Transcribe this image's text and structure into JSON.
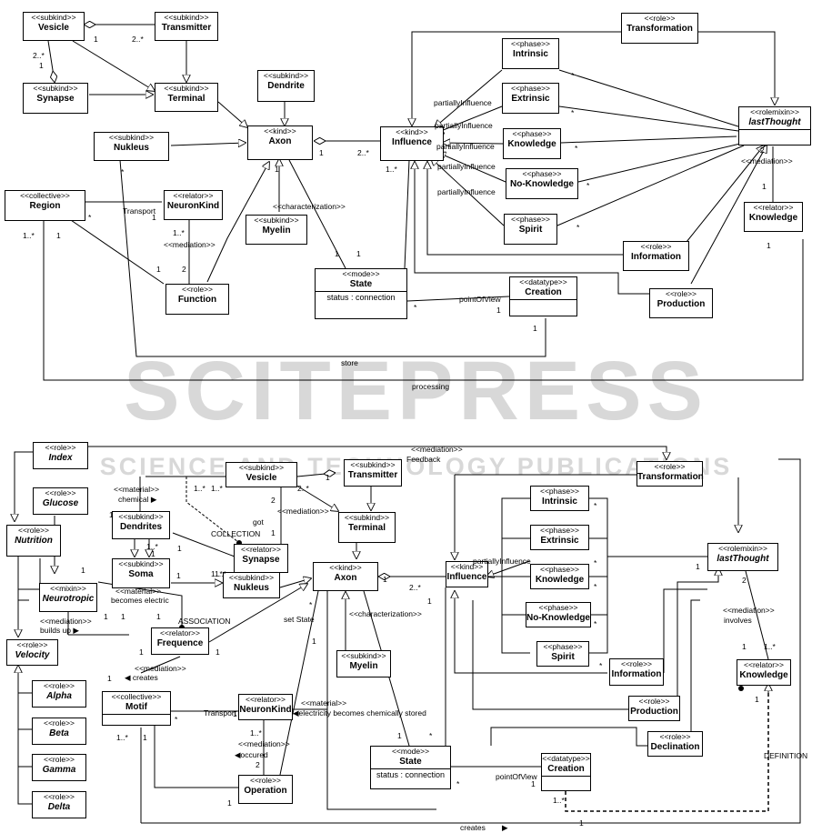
{
  "top": {
    "classes": {
      "vesicle": {
        "stereo": "<<subkind>>",
        "name": "Vesicle"
      },
      "transmitter": {
        "stereo": "<<subkind>>",
        "name": "Transmitter"
      },
      "synapse": {
        "stereo": "<<subkind>>",
        "name": "Synapse"
      },
      "terminal": {
        "stereo": "<<subkind>>",
        "name": "Terminal"
      },
      "dendrite": {
        "stereo": "<<subkind>>",
        "name": "Dendrite"
      },
      "axon": {
        "stereo": "<<kind>>",
        "name": "Axon"
      },
      "nukleus": {
        "stereo": "<<subkind>>",
        "name": "Nukleus"
      },
      "region": {
        "stereo": "<<collective>>",
        "name": "Region"
      },
      "neuronkind": {
        "stereo": "<<relator>>",
        "name": "NeuronKind"
      },
      "myelin": {
        "stereo": "<<subkind>>",
        "name": "Myelin"
      },
      "function": {
        "stereo": "<<role>>",
        "name": "Function"
      },
      "state": {
        "stereo": "<<mode>>",
        "name": "State",
        "attr": "status : connection"
      },
      "creation": {
        "stereo": "<<datatype>>",
        "name": "Creation"
      },
      "influence": {
        "stereo": "<<kind>>",
        "name": "Influence"
      },
      "transformation": {
        "stereo": "<<role>>",
        "name": "Transformation"
      },
      "intrinsic": {
        "stereo": "<<phase>>",
        "name": "Intrinsic"
      },
      "extrinsic": {
        "stereo": "<<phase>>",
        "name": "Extrinsic"
      },
      "knowledge_phase": {
        "stereo": "<<phase>>",
        "name": "Knowledge"
      },
      "noknowledge": {
        "stereo": "<<phase>>",
        "name": "No-Knowledge"
      },
      "spirit": {
        "stereo": "<<phase>>",
        "name": "Spirit"
      },
      "lastthought": {
        "stereo": "<<rolemixin>>",
        "name": "lastThought"
      },
      "knowledge_rel": {
        "stereo": "<<relator>>",
        "name": "Knowledge"
      },
      "information": {
        "stereo": "<<role>>",
        "name": "Information"
      },
      "production": {
        "stereo": "<<role>>",
        "name": "Production"
      }
    },
    "labels": {
      "m1": "1",
      "m2": "2..*",
      "m3": "2..*",
      "m4": "1",
      "m5": "1",
      "m6": "2..*",
      "m7": "1..*",
      "m8": "*",
      "m9": "1",
      "m10": "1..*",
      "m11": "1",
      "m12": "*",
      "m13": "1",
      "m14": "1..*",
      "m15": "2",
      "m16": "1",
      "m17": "1",
      "m18": "1",
      "m19": "*",
      "m20": "1",
      "m21": "1",
      "m22": "1",
      "m23": "*",
      "m24": "*",
      "m25": "*",
      "m26": "*",
      "m27": "*",
      "m28": "2",
      "m29": "1",
      "transport": "Transport",
      "mediation1": "<<mediation>>",
      "characterization": "<<characterization>>",
      "pointofview": "pointOfView",
      "store": "store",
      "processing": "processing",
      "mediation2": "<<mediation>>",
      "pi1": "partiallyInfluence",
      "pi2": "partiallyInfluence",
      "pi3": "partiallyInfluence",
      "pi4": "partiallyInfluence",
      "pi5": "partiallyInfluence"
    }
  },
  "bottom": {
    "classes": {
      "index": {
        "stereo": "<<role>>",
        "name": "Index"
      },
      "glucose": {
        "stereo": "<<role>>",
        "name": "Glucose"
      },
      "nutrition": {
        "stereo": "<<role>>",
        "name": "Nutrition"
      },
      "neurotropic": {
        "stereo": "<<mixin>>",
        "name": "Neurotropic"
      },
      "velocity": {
        "stereo": "<<role>>",
        "name": "Velocity"
      },
      "alpha": {
        "stereo": "<<role>>",
        "name": "Alpha"
      },
      "beta": {
        "stereo": "<<role>>",
        "name": "Beta"
      },
      "gamma": {
        "stereo": "<<role>>",
        "name": "Gamma"
      },
      "delta": {
        "stereo": "<<role>>",
        "name": "Delta"
      },
      "dendrites": {
        "stereo": "<<subkind>>",
        "name": "Dendrites"
      },
      "soma": {
        "stereo": "<<subkind>>",
        "name": "Soma"
      },
      "vesicle": {
        "stereo": "<<subkind>>",
        "name": "Vesicle"
      },
      "transmitter": {
        "stereo": "<<subkind>>",
        "name": "Transmitter"
      },
      "terminal": {
        "stereo": "<<subkind>>",
        "name": "Terminal"
      },
      "synapse": {
        "stereo": "<<relator>>",
        "name": "Synapse"
      },
      "nukleus": {
        "stereo": "<<subkind>>",
        "name": "Nukleus"
      },
      "axon": {
        "stereo": "<<kind>>",
        "name": "Axon"
      },
      "frequence": {
        "stereo": "<<relator>>",
        "name": "Frequence"
      },
      "motif": {
        "stereo": "<<collective>>",
        "name": "Motif"
      },
      "neuronkind": {
        "stereo": "<<relator>>",
        "name": "NeuronKind"
      },
      "myelin": {
        "stereo": "<<subkind>>",
        "name": "Myelin"
      },
      "operation": {
        "stereo": "<<role>>",
        "name": "Operation"
      },
      "state": {
        "stereo": "<<mode>>",
        "name": "State",
        "attr": "status : connection"
      },
      "creation": {
        "stereo": "<<datatype>>",
        "name": "Creation"
      },
      "influence": {
        "stereo": "<<kind>>",
        "name": "Influence"
      },
      "transformation": {
        "stereo": "<<role>>",
        "name": "Transformation"
      },
      "intrinsic": {
        "stereo": "<<phase>>",
        "name": "Intrinsic"
      },
      "extrinsic": {
        "stereo": "<<phase>>",
        "name": "Extrinsic"
      },
      "knowledge_phase": {
        "stereo": "<<phase>>",
        "name": "Knowledge"
      },
      "noknowledge": {
        "stereo": "<<phase>>",
        "name": "No-Knowledge"
      },
      "spirit": {
        "stereo": "<<phase>>",
        "name": "Spirit"
      },
      "lastthought": {
        "stereo": "<<rolemixin>>",
        "name": "lastThought"
      },
      "information": {
        "stereo": "<<role>>",
        "name": "Information"
      },
      "production": {
        "stereo": "<<role>>",
        "name": "Production"
      },
      "declination": {
        "stereo": "<<role>>",
        "name": "Declination"
      },
      "knowledge_rel": {
        "stereo": "<<relator>>",
        "name": "Knowledge"
      }
    },
    "labels": {
      "mediation_top": "<<mediation>>",
      "feedback": "Feedback",
      "material1": "<<material>>",
      "chemical": "chemical ▶",
      "collection": "COLLECTION",
      "mediation_got": "<<mediation>>",
      "got": "got",
      "material2": "<<material>>",
      "becomes_electric": "becomes electric",
      "association": "ASSOCIATION",
      "mediation_build": "<<mediation>>",
      "builds_up": "builds up ▶",
      "set_state": "set State",
      "mediation_creates": "<<mediation>>",
      "creates1": "◀ creates",
      "characterization": "<<characterization>>",
      "transport": "Transport",
      "material3": "<<material>>",
      "elec_chem": "◀electricity becomes chemically stored",
      "mediation_occ": "<<mediation>>",
      "occured": "◀occured",
      "pointofview": "pointOfView",
      "definition": "DEFINITION",
      "creates2": "creates",
      "arrow_creates": "▶",
      "partially": "partiallyInfluence",
      "mediation_inv": "<<mediation>>",
      "involves": "involves",
      "b1": "1",
      "b2": "1..*",
      "b3": "1..*",
      "b4": "2..*",
      "b5": "2",
      "b6": "1",
      "b7": "1",
      "b8": "1..*",
      "b9": "1",
      "b10": "1",
      "b11": "1..*",
      "b12": "1",
      "b13": "1",
      "b14": "1",
      "b15": "1",
      "b16": "1",
      "b17": "1",
      "b18": "2..*",
      "b19": "1",
      "b20": "1",
      "b21": "1",
      "b22": "*",
      "b23": "1",
      "b24": "1..*",
      "b25": "1",
      "b26": "*",
      "b27": "1",
      "b28": "1..*",
      "b29": "2",
      "b30": "1",
      "b31": "1",
      "b32": "*",
      "b33": "1",
      "b34": "*",
      "b35": "1",
      "b36": "1..*",
      "b37": "1",
      "b38": "2",
      "b39": "1",
      "b40": "1..*",
      "b41": "1",
      "b42": "*",
      "b43": "*",
      "b44": "*",
      "b45": "*",
      "b46": "*",
      "b47": "1",
      "b48": "1..*"
    }
  },
  "watermark": {
    "main": "SCITEPRESS",
    "sub": "SCIENCE AND TECHNOLOGY PUBLICATIONS"
  }
}
